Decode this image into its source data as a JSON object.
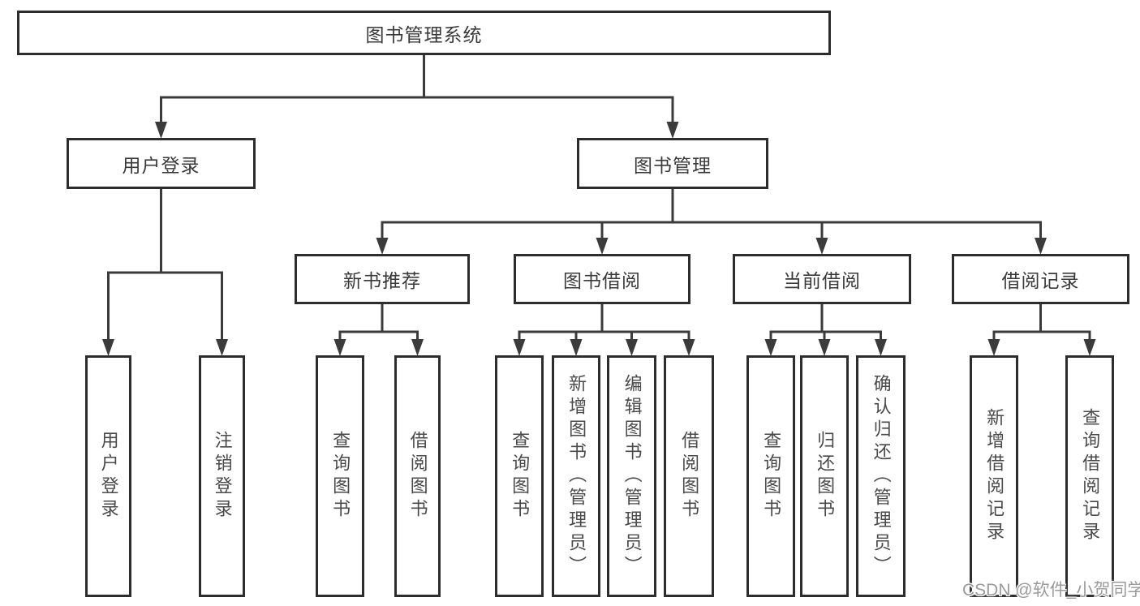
{
  "hierarchy": {
    "label": "图书管理系统",
    "children": [
      {
        "label": "用户登录",
        "children": [
          {
            "label": "用户登录"
          },
          {
            "label": "注销登录"
          }
        ]
      },
      {
        "label": "图书管理",
        "children": [
          {
            "label": "新书推荐",
            "children": [
              {
                "label": "查询图书"
              },
              {
                "label": "借阅图书"
              }
            ]
          },
          {
            "label": "图书借阅",
            "children": [
              {
                "label": "查询图书"
              },
              {
                "label": "新增图书（管理员）"
              },
              {
                "label": "编辑图书（管理员）"
              },
              {
                "label": "借阅图书"
              }
            ]
          },
          {
            "label": "当前借阅",
            "children": [
              {
                "label": "查询图书"
              },
              {
                "label": "归还图书"
              },
              {
                "label": "确认归还（管理员）"
              }
            ]
          },
          {
            "label": "借阅记录",
            "children": [
              {
                "label": "新增借阅记录"
              },
              {
                "label": "查询借阅记录"
              }
            ]
          }
        ]
      }
    ]
  },
  "watermark": {
    "text": "CSDN @软件_小贺同学"
  },
  "colors": {
    "line": "#3b3b3b",
    "box_border": "#2d2d2d",
    "label_text": "#3a3a3a",
    "leaf_text": "#4a4a4a",
    "watermark_text": "#9b9b9b",
    "background": "#ffffff"
  }
}
